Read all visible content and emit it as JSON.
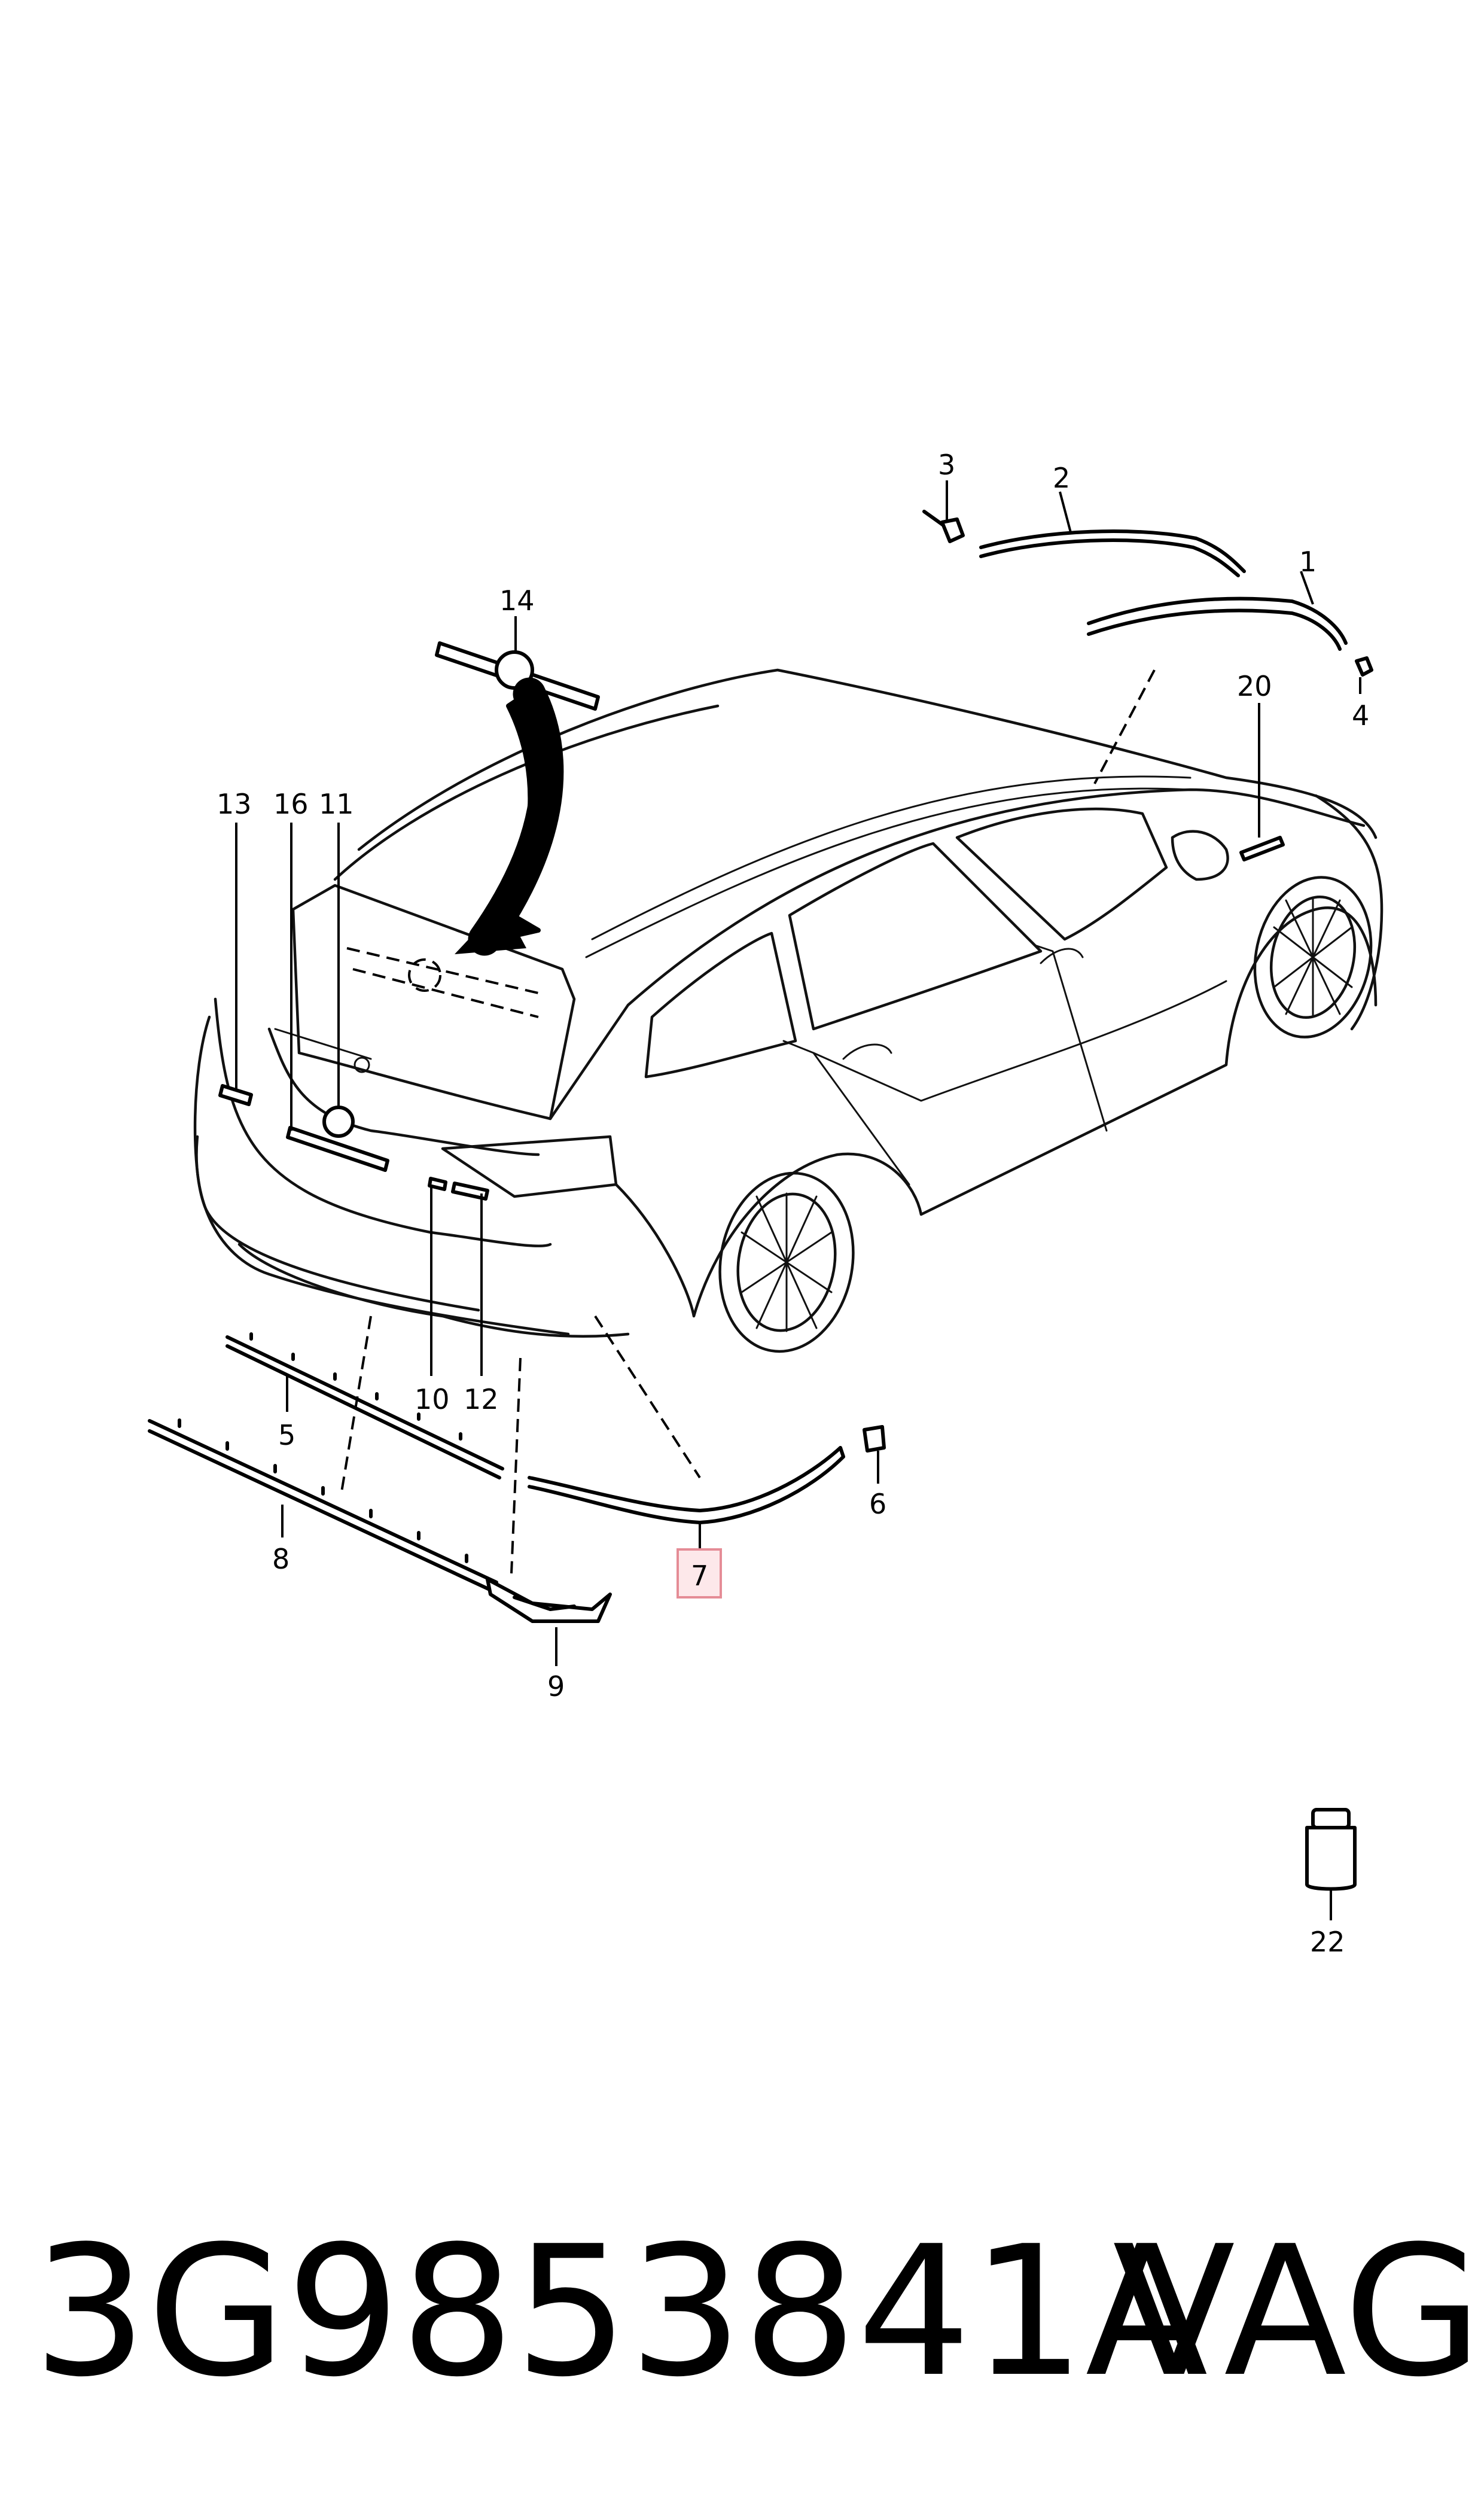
{
  "callouts": {
    "c1": "1",
    "c2": "2",
    "c3": "3",
    "c4": "4",
    "c5": "5",
    "c6": "6",
    "c7": "7",
    "c8": "8",
    "c9": "9",
    "c10": "10",
    "c11": "11",
    "c12": "12",
    "c13": "13",
    "c14": "14",
    "c16": "16",
    "c20": "20",
    "c22": "22"
  },
  "highlighted_callout": "7",
  "footer": {
    "part_number": "3G9853841A",
    "brand": "VAG"
  },
  "colors": {
    "highlight_fill": "#fde8ea",
    "highlight_border": "#e58c96"
  }
}
